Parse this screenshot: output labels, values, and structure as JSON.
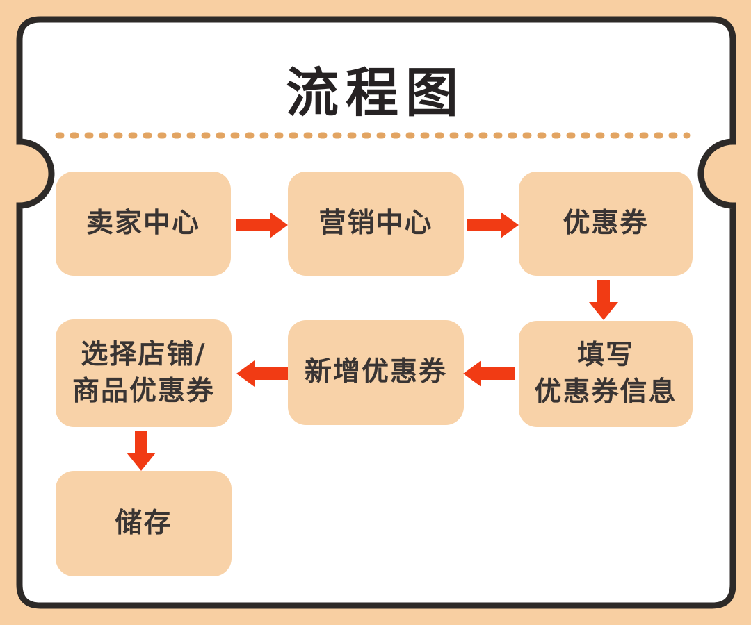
{
  "title": "流程图",
  "colors": {
    "background": "#F8CFA2",
    "card_fill": "#FFFFFF",
    "card_border": "#2D2A28",
    "node_fill": "#F8D2A8",
    "node_text": "#393433",
    "arrow": "#F13B14",
    "dotted_divider": "#E2A462",
    "title_text": "#262223"
  },
  "flow": {
    "nodes": [
      {
        "id": "seller-center",
        "label": "卖家中心"
      },
      {
        "id": "marketing-center",
        "label": "营销中心"
      },
      {
        "id": "coupon",
        "label": "优惠券"
      },
      {
        "id": "fill-coupon-info",
        "label": "填写\n优惠券信息"
      },
      {
        "id": "add-coupon",
        "label": "新增优惠券"
      },
      {
        "id": "select-shop-product-coupon",
        "label": "选择店铺/\n商品优惠券"
      },
      {
        "id": "save",
        "label": "储存"
      }
    ],
    "edges": [
      {
        "from": "seller-center",
        "to": "marketing-center",
        "direction": "right"
      },
      {
        "from": "marketing-center",
        "to": "coupon",
        "direction": "right"
      },
      {
        "from": "coupon",
        "to": "fill-coupon-info",
        "direction": "down"
      },
      {
        "from": "fill-coupon-info",
        "to": "add-coupon",
        "direction": "left"
      },
      {
        "from": "add-coupon",
        "to": "select-shop-product-coupon",
        "direction": "left"
      },
      {
        "from": "select-shop-product-coupon",
        "to": "save",
        "direction": "down"
      }
    ]
  }
}
